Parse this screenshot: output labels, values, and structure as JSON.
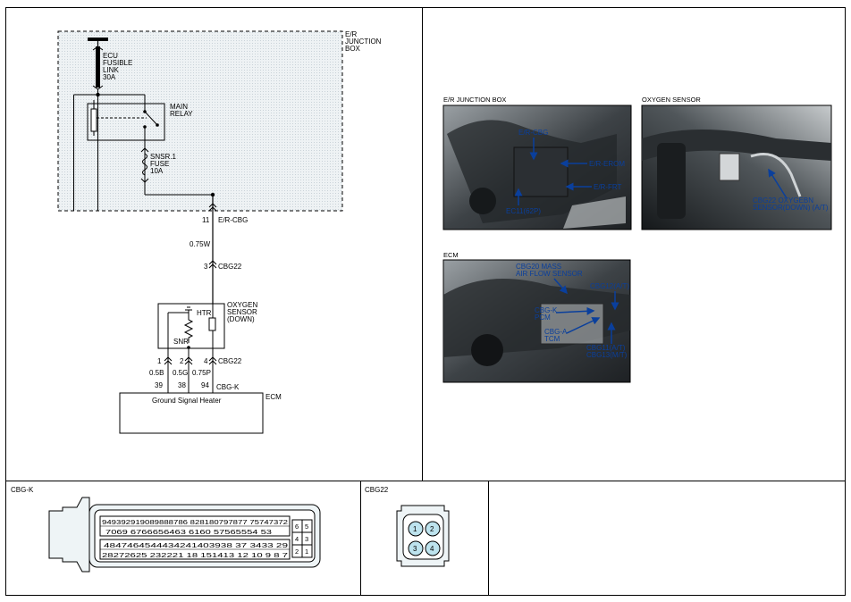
{
  "schematic": {
    "junction_box_label": [
      "E/R",
      "JUNCTION",
      "BOX"
    ],
    "fusible_link_label": [
      "ECU",
      "FUSIBLE",
      "LINK",
      "30A"
    ],
    "main_relay_label": [
      "MAIN",
      "RELAY"
    ],
    "fuse_label": [
      "SNSR.1",
      "FUSE",
      "10A"
    ],
    "er_cbg_pin": "11",
    "er_cbg_label": "E/R-CBG",
    "wire_075w": "0.75W",
    "cbg22_pin_top": "3",
    "cbg22_label_top": "CBG22",
    "sensor_label": [
      "OXYGEN",
      "SENSOR",
      "(DOWN)"
    ],
    "htr_label": "HTR",
    "snr_label": "SNR",
    "sensor_pins": [
      "1",
      "2",
      "4"
    ],
    "cbg22_label_bottom": "CBG22",
    "wire_labels": [
      "0.5B",
      "0.5G",
      "0.75P"
    ],
    "ecm_pins": [
      "39",
      "38",
      "94"
    ],
    "cbg_k_label": "CBG-K",
    "ecm_label": "ECM",
    "ecm_box_text": "Ground Signal Heater"
  },
  "photos": {
    "junction_box": {
      "title": "E/R JUNCTION BOX",
      "callouts": [
        "E/R-CBG",
        "E/R-EROM",
        "E/R-FRT",
        "EC11(62P)"
      ]
    },
    "oxygen_sensor": {
      "title": "OXYGEN SENSOR",
      "callouts": [
        "CBG22 OXYGEBN",
        "SENSOR(DOWN) (A/T)"
      ]
    },
    "ecm": {
      "title": "ECM",
      "callouts": [
        "CBG20 MASS",
        "AIR FLOW SENSOR",
        "CBG12(A/T)",
        "CBG-K",
        "PCM",
        "CBG-A",
        "TCM",
        "CBG11(A/T)",
        "CBG13(M/T)"
      ]
    }
  },
  "connectors": {
    "cbg_k": {
      "title": "CBG-K",
      "row1": "949392919089888786   828180797877 75747372",
      "row2": "7069   6766656463  6160   57565554  53",
      "row3": "4847464544434241403938  37      3433        29",
      "row4": "28272625   232221     18      151413 12    10 9   8    7",
      "side_pins": [
        "6",
        "5",
        "4",
        "3",
        "2",
        "1"
      ]
    },
    "cbg22": {
      "title": "CBG22",
      "pins": [
        "1",
        "2",
        "3",
        "4"
      ]
    }
  }
}
